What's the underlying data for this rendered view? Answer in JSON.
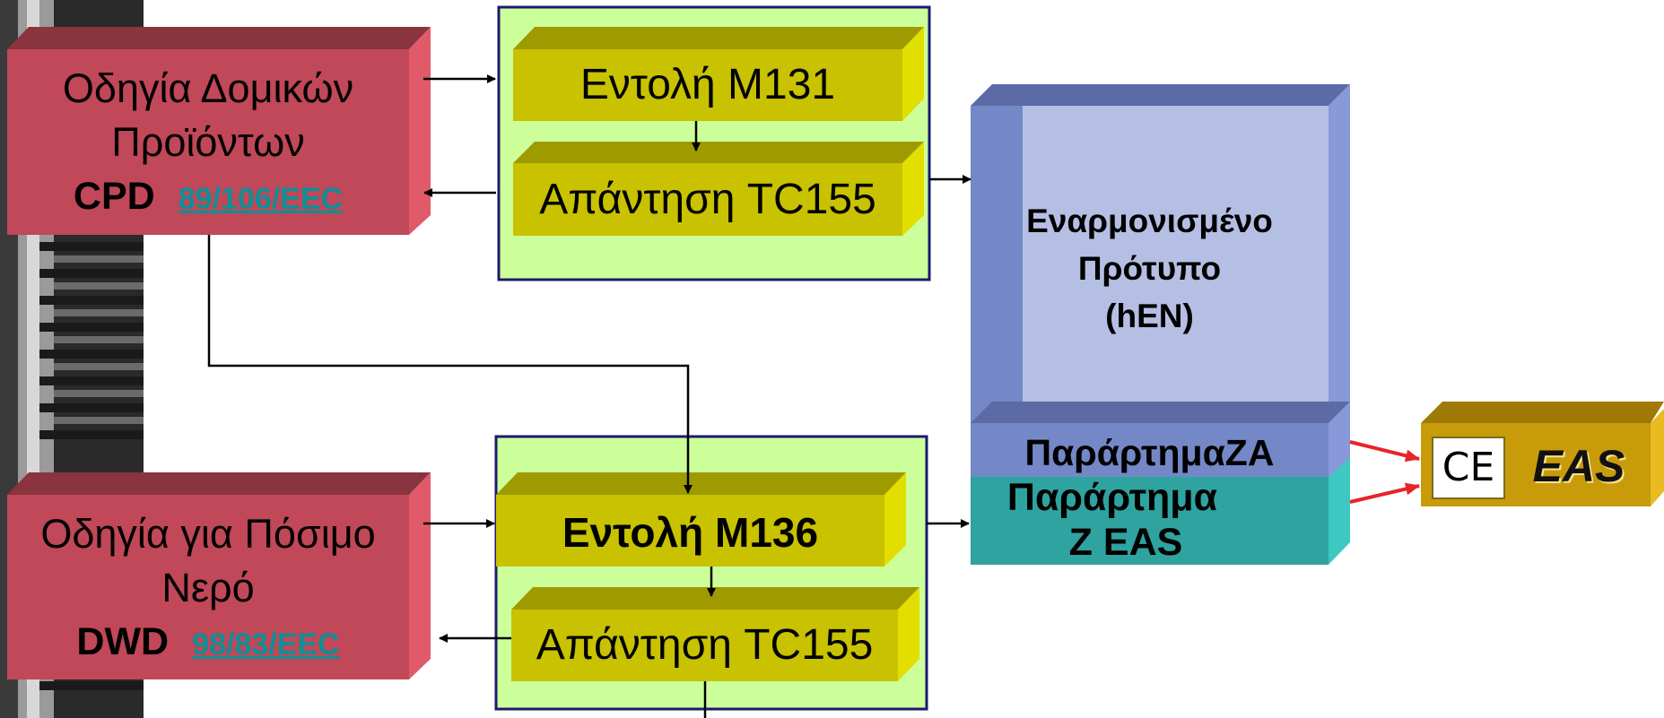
{
  "directives": {
    "cpd": {
      "line1": "Οδηγία Δομικών",
      "line2": "Προϊόντων",
      "code": "CPD",
      "link": "89/106/EEC"
    },
    "dwd": {
      "line1": "Οδηγία για Πόσιμο",
      "line2": "Νερό",
      "code": "DWD",
      "link": "98/83/EEC"
    }
  },
  "mandates": {
    "m131": "Εντολή M131",
    "m136": "Εντολή M136",
    "reply_top": "Απάντηση TC155",
    "reply_bottom": "Απάντηση TC155"
  },
  "standard": {
    "line1": "Εναρμονισμένο",
    "line2": "Πρότυπο",
    "line3": "(hEN)",
    "annex_za": "ΠαράρτημαZA",
    "annex_z_line1": "Παράρτημα",
    "annex_z_line2": "Z EAS"
  },
  "marking": {
    "ce": "CE",
    "label": "EAS"
  },
  "colors": {
    "directive_front": "#c04858",
    "directive_top": "#8a3440",
    "directive_side": "#e05a6a",
    "panel_bg": "#ccff99",
    "panel_border": "#1a1a70",
    "olive_front": "#c8c200",
    "olive_top": "#9e9a00",
    "olive_side": "#e2de00",
    "hen_inner": "#b5bfe3",
    "hen_frame": "#7488c8",
    "teal": "#2ea3a0",
    "eas_gold": "#c89b0a",
    "arrow_red": "#e8242a"
  }
}
